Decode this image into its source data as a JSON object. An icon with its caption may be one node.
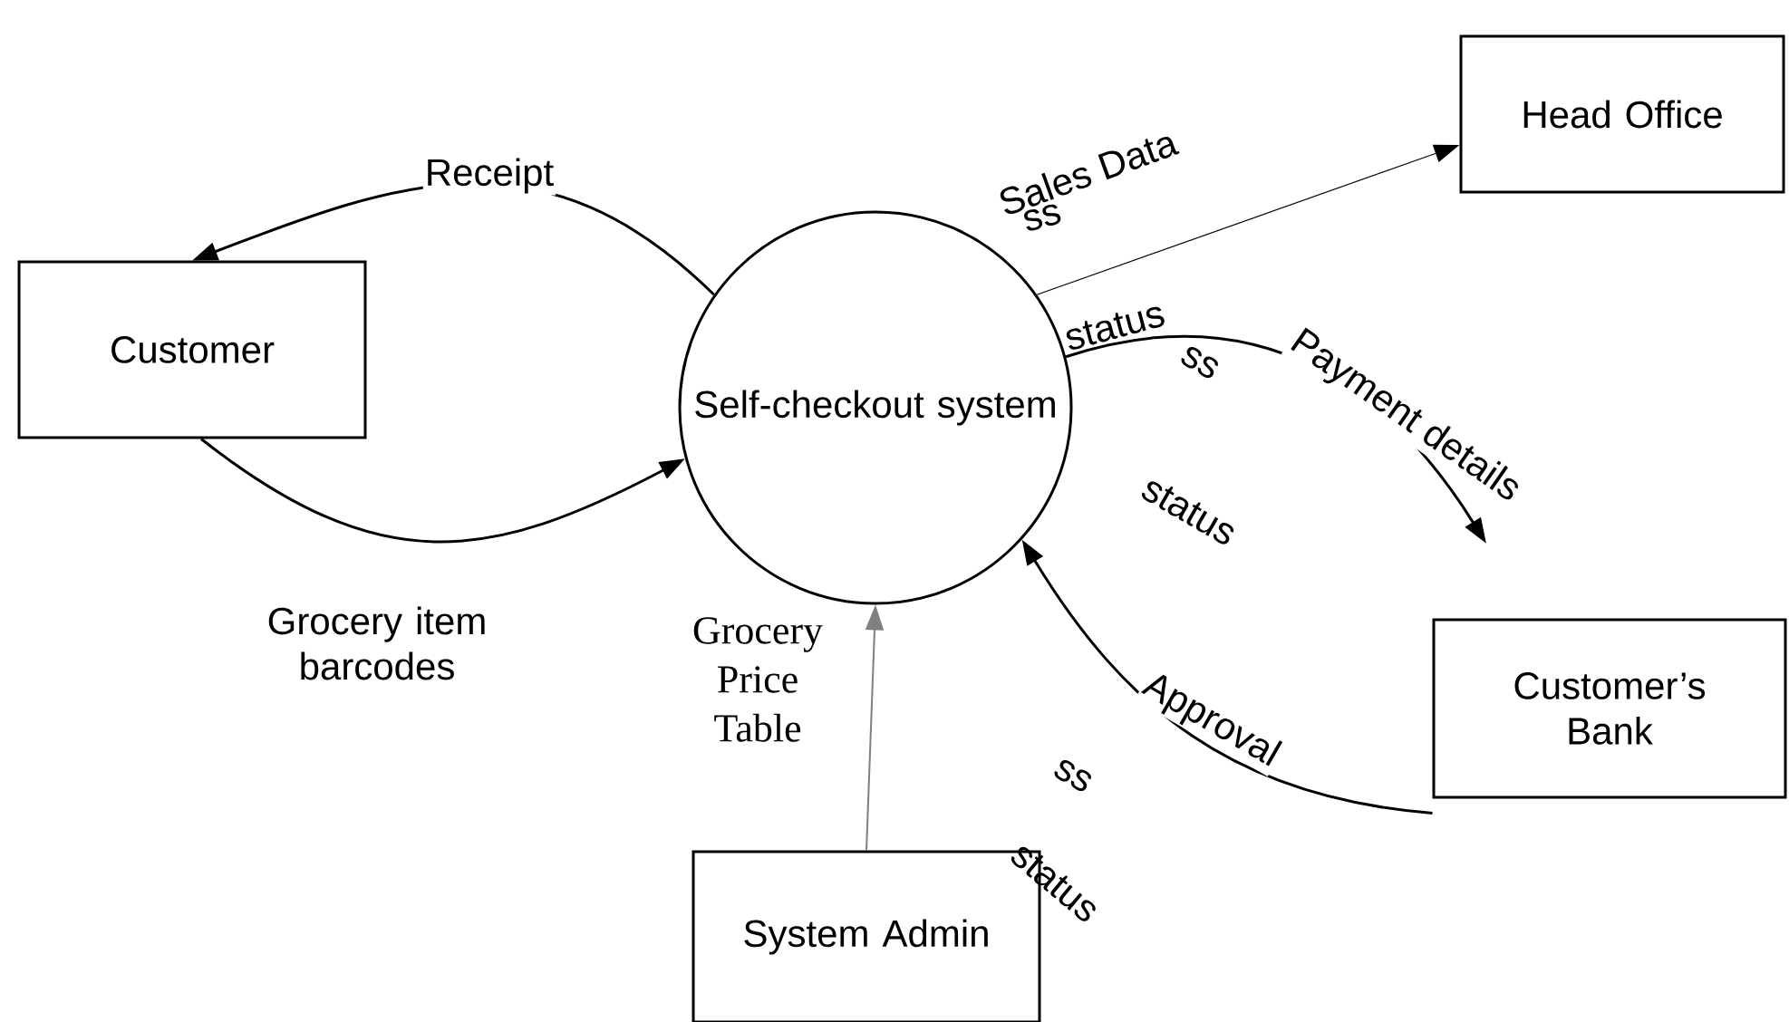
{
  "diagram": {
    "nodes": [
      {
        "text": [
          "Customer"
        ]
      },
      {
        "text": [
          "Self-checkout system"
        ]
      },
      {
        "text": [
          "Head Office"
        ]
      },
      {
        "text": [
          "Customer’s Bank"
        ]
      },
      {
        "text": [
          "System Admin"
        ]
      }
    ],
    "edges": [
      {
        "from": 1,
        "to": 0,
        "arrow": "to",
        "label": "Receipt"
      },
      {
        "from": 0,
        "to": 1,
        "arrow": "to",
        "label": "Grocery item barcodes"
      },
      {
        "from": 1,
        "to": 2,
        "arrow": "to",
        "label": "Sales Data"
      },
      {
        "from": 1,
        "to": 3,
        "arrow": "to",
        "label": "Payment details"
      },
      {
        "from": 3,
        "to": 1,
        "arrow": "to",
        "label": "Approval"
      },
      {
        "from": 4,
        "to": 1,
        "arrow": "to",
        "label": "Grocery Price Table",
        "color": "#808080"
      }
    ],
    "labels": [
      "ss",
      "status",
      "ss",
      "status",
      "ss",
      "status"
    ]
  }
}
